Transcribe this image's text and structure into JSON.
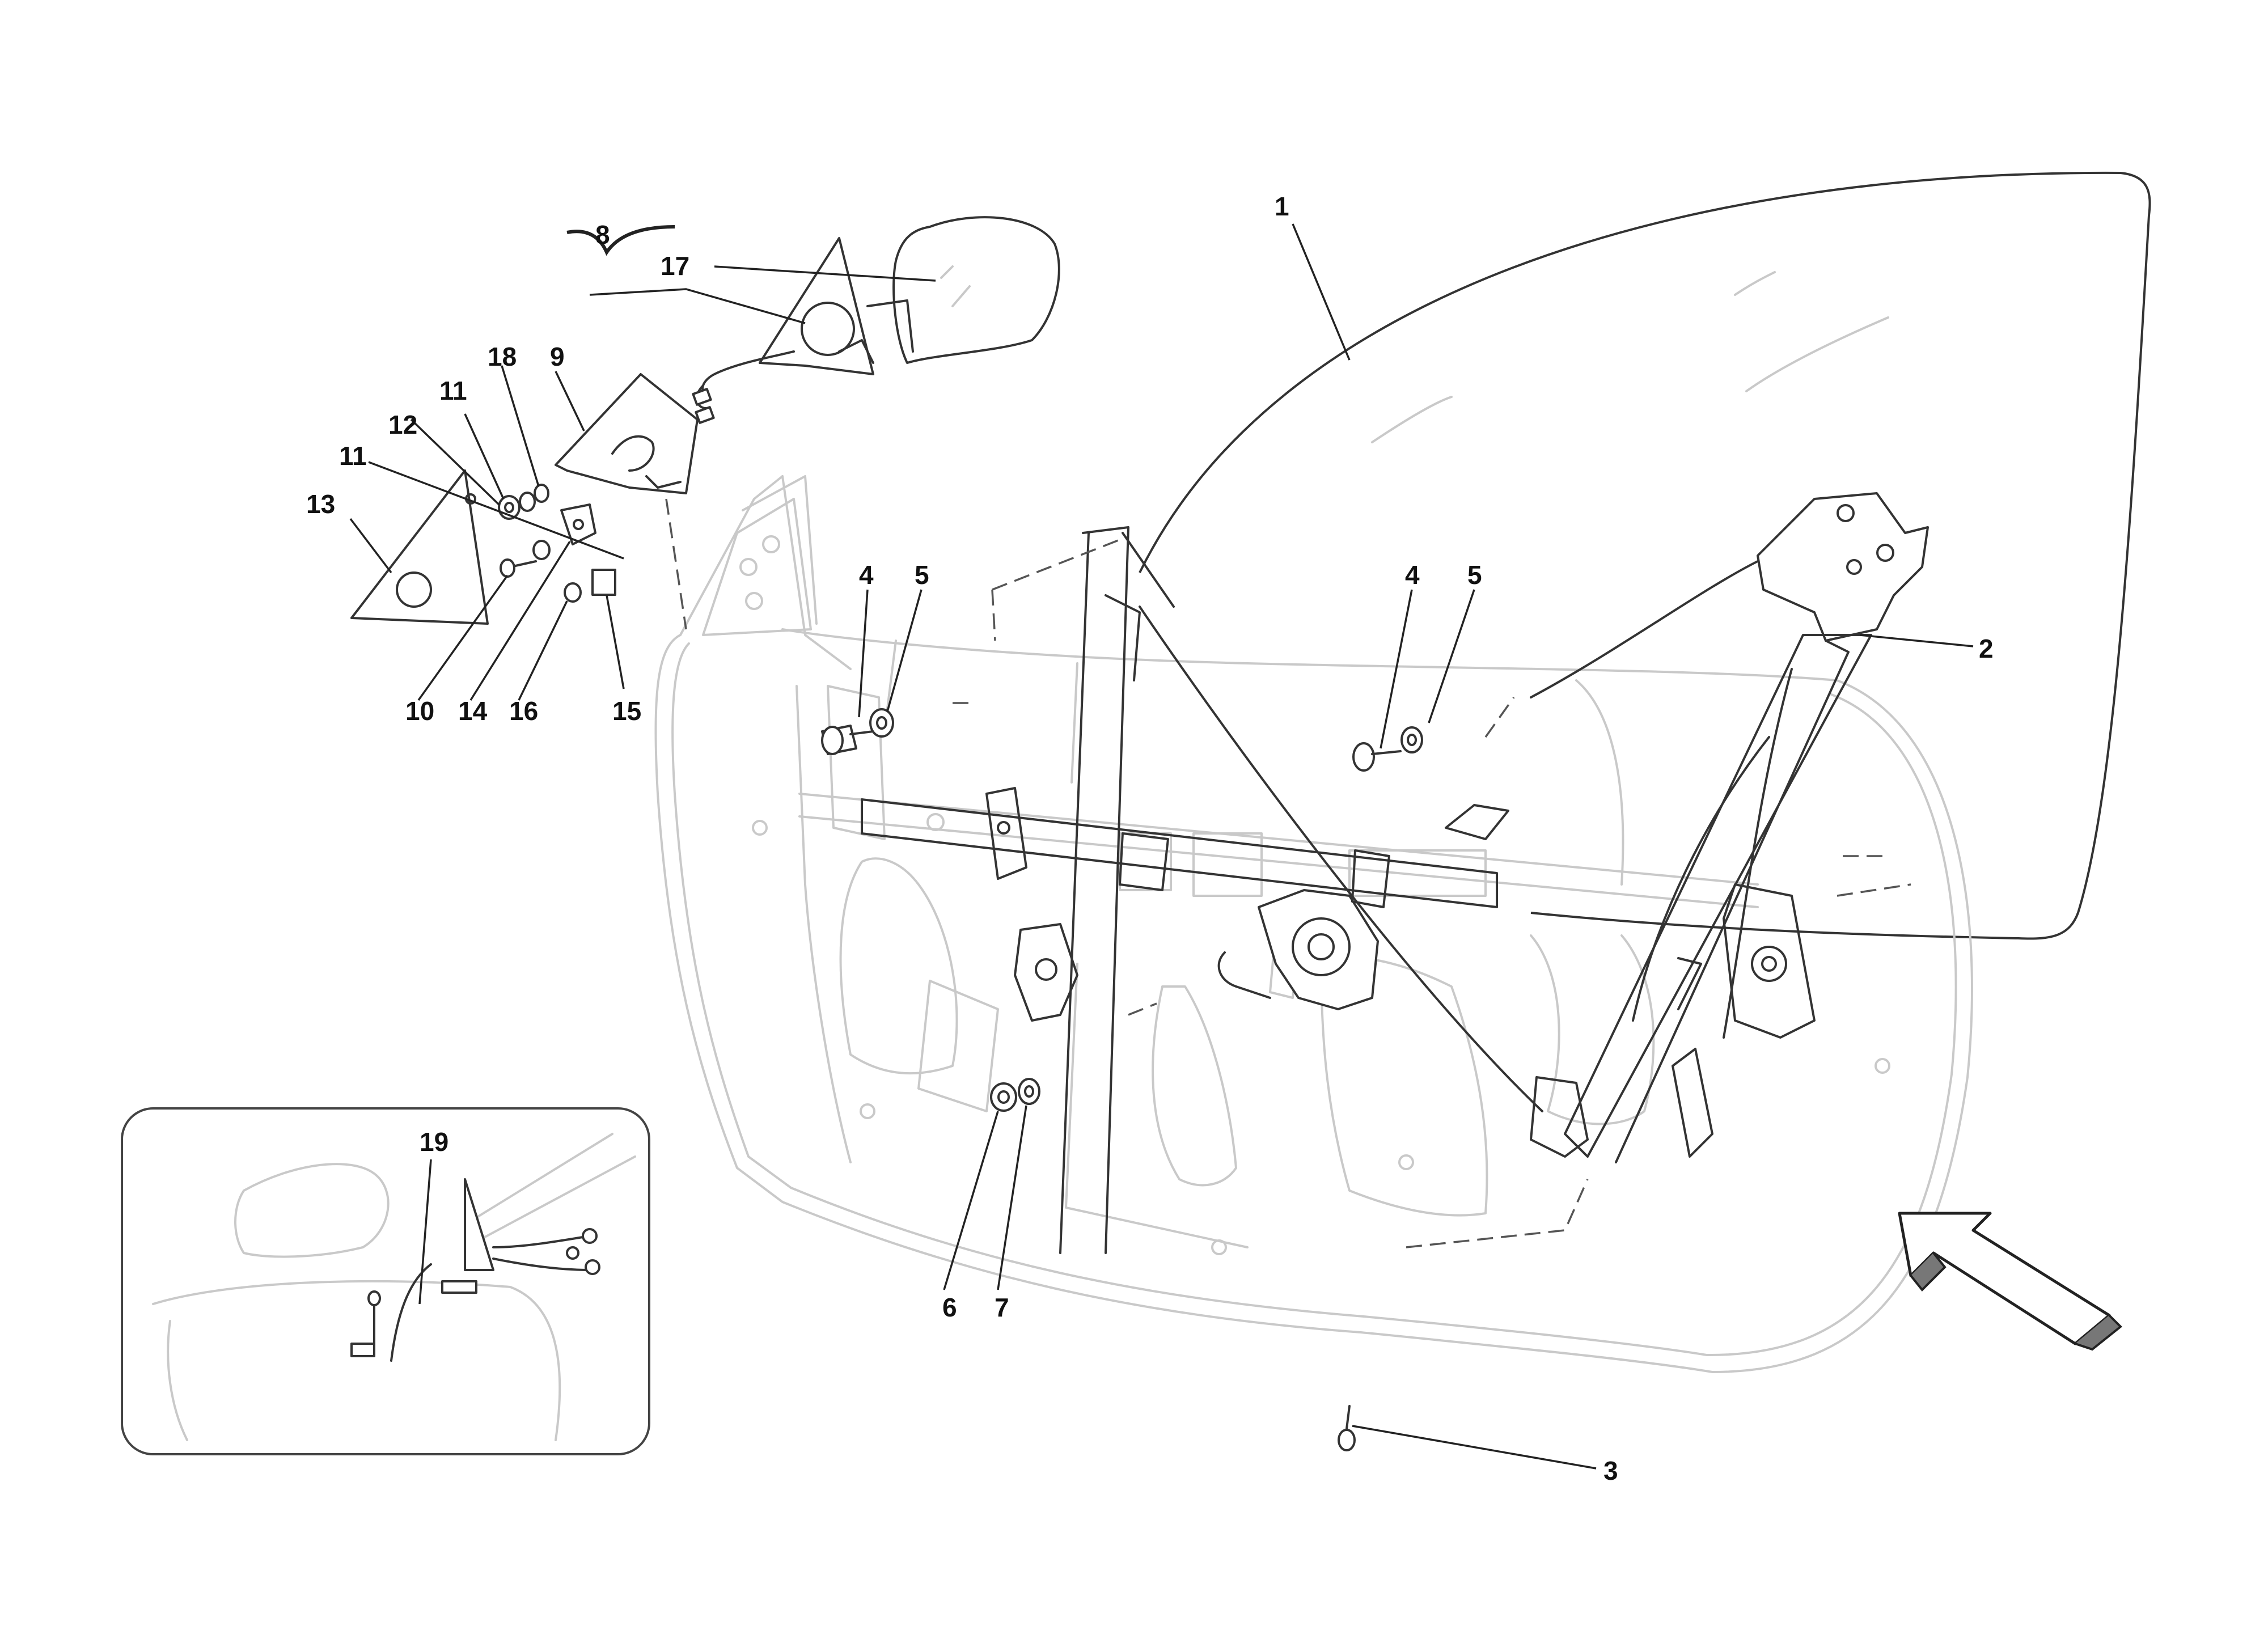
{
  "diagram": {
    "callouts": [
      {
        "id": "c1",
        "label": "1"
      },
      {
        "id": "c2",
        "label": "2"
      },
      {
        "id": "c3",
        "label": "3"
      },
      {
        "id": "c4a",
        "label": "4"
      },
      {
        "id": "c5a",
        "label": "5"
      },
      {
        "id": "c4b",
        "label": "4"
      },
      {
        "id": "c5b",
        "label": "5"
      },
      {
        "id": "c6",
        "label": "6"
      },
      {
        "id": "c7",
        "label": "7"
      },
      {
        "id": "c8",
        "label": "8"
      },
      {
        "id": "c9",
        "label": "9"
      },
      {
        "id": "c10",
        "label": "10"
      },
      {
        "id": "c11a",
        "label": "11"
      },
      {
        "id": "c11b",
        "label": "11"
      },
      {
        "id": "c12",
        "label": "12"
      },
      {
        "id": "c13",
        "label": "13"
      },
      {
        "id": "c14",
        "label": "14"
      },
      {
        "id": "c15",
        "label": "15"
      },
      {
        "id": "c16",
        "label": "16"
      },
      {
        "id": "c17",
        "label": "17"
      },
      {
        "id": "c18",
        "label": "18"
      },
      {
        "id": "c19",
        "label": "19"
      }
    ],
    "icons": [
      "direction-arrow-icon"
    ]
  }
}
